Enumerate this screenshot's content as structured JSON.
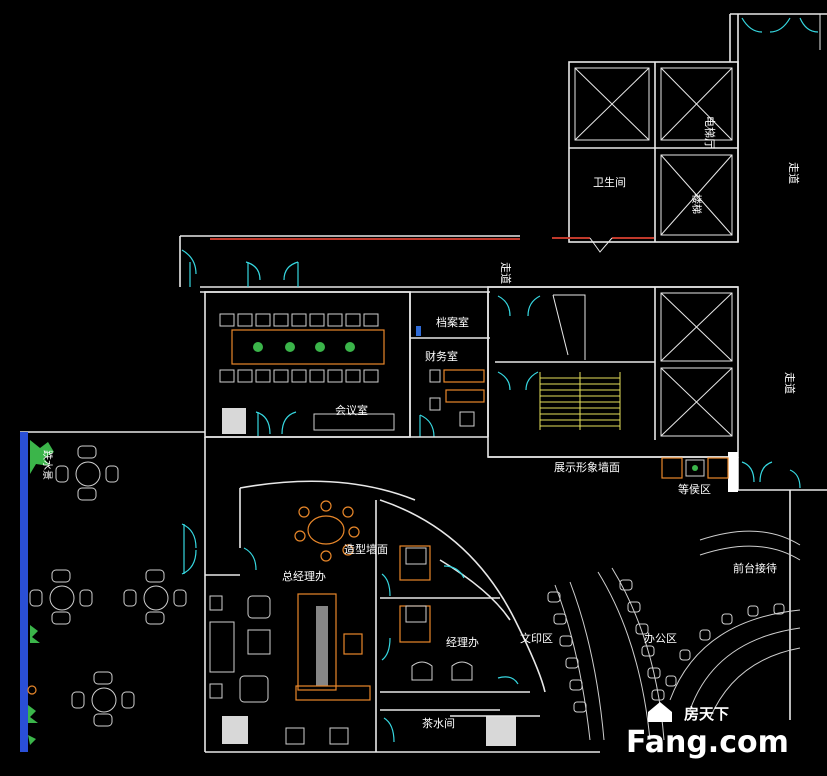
{
  "rooms": {
    "restroom": "卫生间",
    "elevator_hall": "电梯厅",
    "stair": "楼梯",
    "corridor_right_top": "走道",
    "corridor_top": "走道",
    "corridor_right_mid": "走道",
    "archive": "档案室",
    "finance": "财务室",
    "meeting": "会议室",
    "display_wall": "展示形象墙面",
    "waiting": "等侯区",
    "reception": "前台接待",
    "shaped_wall": "造型墙面",
    "gm_office": "总经理办",
    "manager_office": "经理办",
    "print_area": "文印区",
    "office_area": "办公区",
    "tea_room": "茶水间",
    "water_feature": "跌水景"
  },
  "watermark": {
    "cn": "房天下",
    "en": "Fang.com"
  },
  "colors": {
    "background": "#000000",
    "wall": "#e8e8e8",
    "door": "#36d7e0",
    "accent_orange": "#e8872a",
    "accent_red": "#c0392b",
    "plant": "#3bb54a",
    "stair": "#e6e05a"
  }
}
